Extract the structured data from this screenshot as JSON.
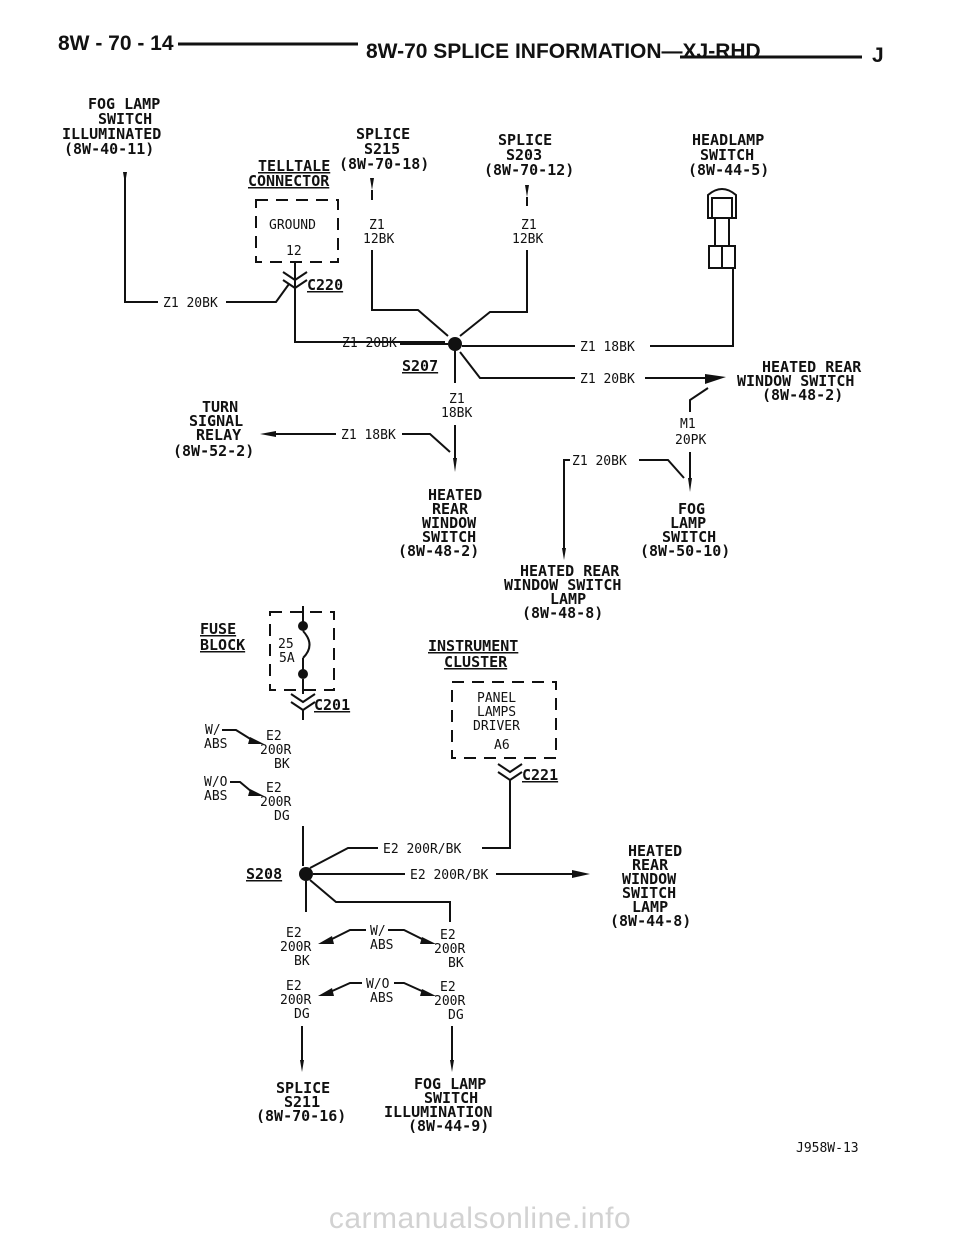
{
  "header": {
    "page_number": "8W - 70 - 14",
    "title": "8W-70 SPLICE INFORMATION—XJ-RHD",
    "code": "J"
  },
  "diagram1": {
    "fog_lamp_switch_illum": [
      "FOG LAMP",
      "SWITCH",
      "ILLUMINATED",
      "(8W-40-11)"
    ],
    "telltale_connector": [
      "TELLTALE",
      "CONNECTOR"
    ],
    "telltale_pin": [
      "GROUND",
      "12"
    ],
    "connector_c220": "C220",
    "splice_s215": [
      "SPLICE",
      "S215",
      "(8W-70-18)"
    ],
    "splice_s203": [
      "SPLICE",
      "S203",
      "(8W-70-12)"
    ],
    "headlamp_switch": [
      "HEADLAMP",
      "SWITCH",
      "(8W-44-5)"
    ],
    "wire_s215": [
      "Z1",
      "12BK"
    ],
    "wire_s203": [
      "Z1",
      "12BK"
    ],
    "wire_left_z1_20bk": "Z1 20BK",
    "wire_mid_z1_20bk": "Z1 20BK",
    "wire_headlamp_z1_18bk": "Z1 18BK",
    "splice_s207": "S207",
    "wire_hrw_z1_20bk": "Z1 20BK",
    "heated_rear_window_switch_right": [
      "HEATED REAR",
      "WINDOW SWITCH",
      "(8W-48-2)"
    ],
    "wire_m1": [
      "M1",
      "20PK"
    ],
    "wire_down_z1_18bk": [
      "Z1",
      "18BK"
    ],
    "turn_signal_relay": [
      "TURN",
      "SIGNAL",
      "RELAY",
      "(8W-52-2)"
    ],
    "wire_turn_z1_18bk": "Z1 18BK",
    "wire_fog_z1_20bk": "Z1 20BK",
    "heated_rear_window_switch_center": [
      "HEATED",
      "REAR",
      "WINDOW",
      "SWITCH",
      "(8W-48-2)"
    ],
    "fog_lamp_switch": [
      "FOG",
      "LAMP",
      "SWITCH",
      "(8W-50-10)"
    ],
    "hrw_switch_lamp": [
      "HEATED REAR",
      "WINDOW SWITCH",
      "LAMP",
      "(8W-48-8)"
    ]
  },
  "diagram2": {
    "fuse_block": [
      "FUSE",
      "BLOCK"
    ],
    "fuse_rating": [
      "25",
      "5A"
    ],
    "connector_c201": "C201",
    "with_abs": [
      "W/",
      "ABS"
    ],
    "without_abs": [
      "W/O",
      "ABS"
    ],
    "wire_e2_bk": [
      "E2",
      "200R",
      "BK"
    ],
    "wire_e2_dg": [
      "E2",
      "200R",
      "DG"
    ],
    "instrument_cluster": [
      "INSTRUMENT",
      "CLUSTER"
    ],
    "cluster_pin": [
      "PANEL",
      "LAMPS",
      "DRIVER",
      "A6"
    ],
    "connector_c221": "C221",
    "wire_cluster_e2": "E2 200R/BK",
    "wire_right_e2": "E2 200R/BK",
    "splice_s208": "S208",
    "hrw_switch_lamp": [
      "HEATED",
      "REAR",
      "WINDOW",
      "SWITCH",
      "LAMP",
      "(8W-44-8)"
    ],
    "splice_s211": [
      "SPLICE",
      "S211",
      "(8W-70-16)"
    ],
    "fog_lamp_switch_illum": [
      "FOG LAMP",
      "SWITCH",
      "ILLUMINATION",
      "(8W-44-9)"
    ]
  },
  "figure_code": "J958W-13",
  "watermark": "carmanualsonline.info"
}
